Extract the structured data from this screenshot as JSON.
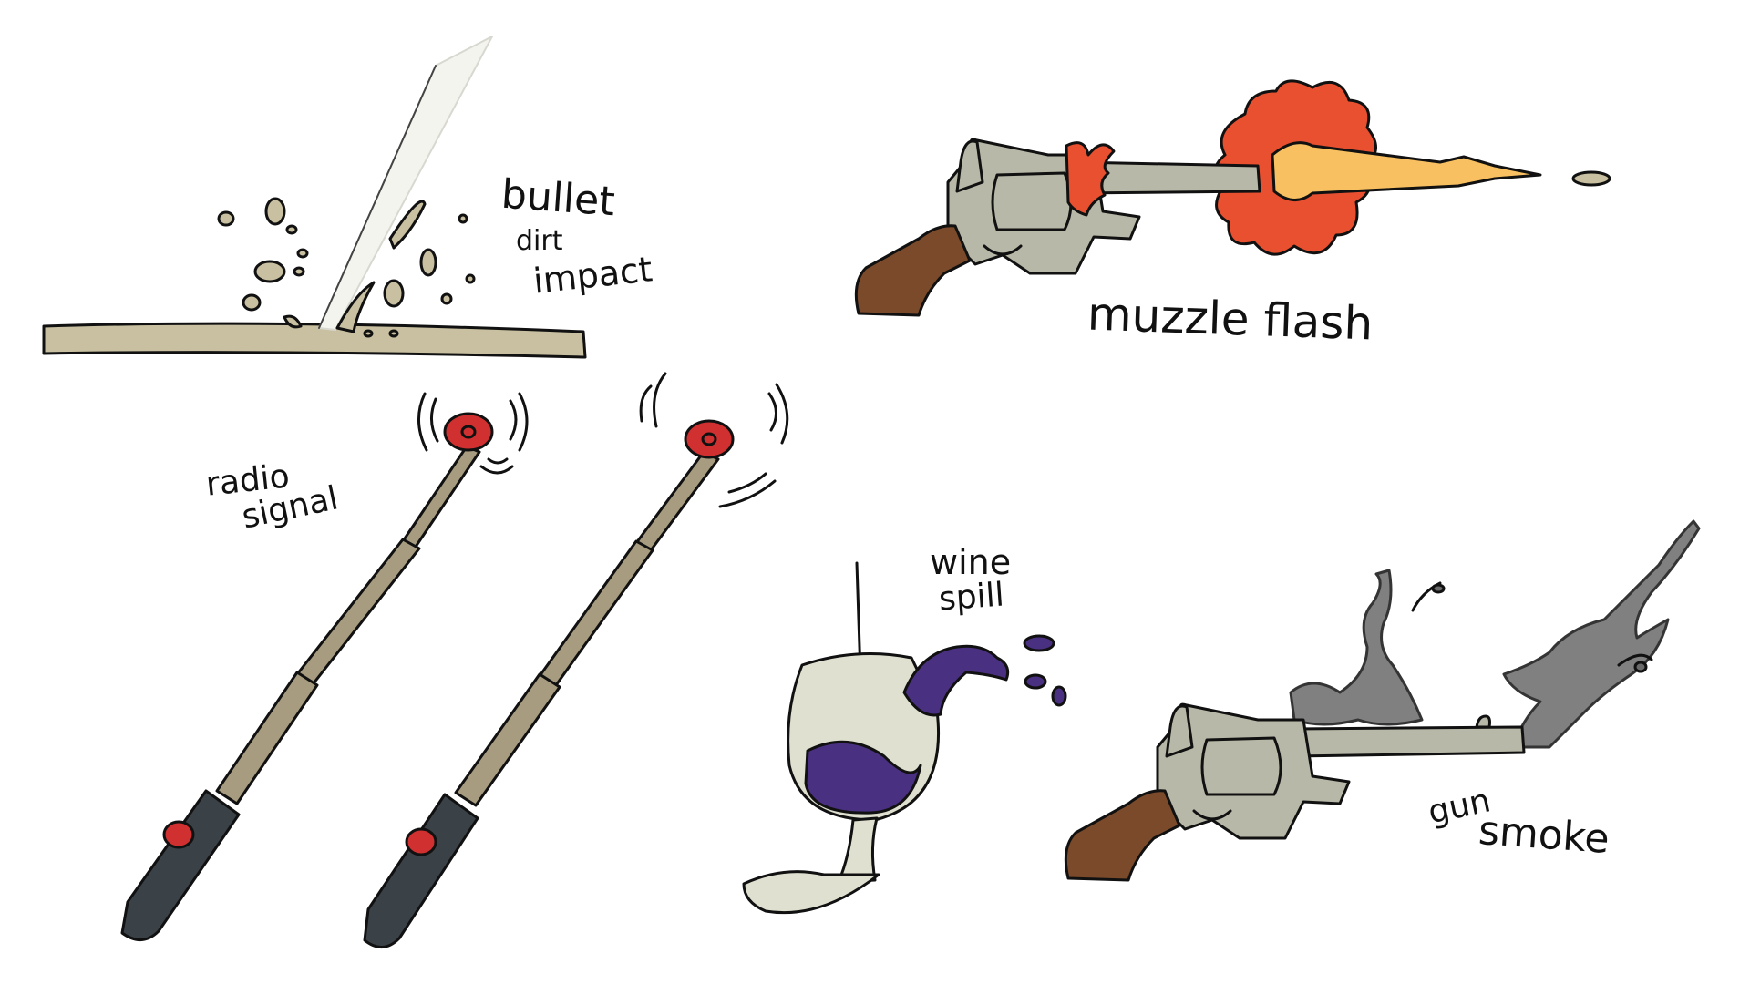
{
  "labels": {
    "bullet": "bullet",
    "dirt": "dirt",
    "impact": "impact",
    "muzzle_flash": "muzzle flash",
    "radio": "radio",
    "signal": "signal",
    "wine": "wine",
    "spill": "spill",
    "gun": "gun",
    "smoke": "smoke"
  },
  "colors": {
    "outline": "#111111",
    "dirt": "#c8c0a0",
    "gun_metal": "#b8b8a8",
    "grip": "#7a4a2a",
    "flash_red": "#e85030",
    "flash_orange": "#f8c060",
    "radio_body": "#a89c80",
    "radio_handle": "#3a4248",
    "radio_red": "#d03030",
    "wine": "#4a3080",
    "glass": "#e0e0d0",
    "smoke": "#6a6a6a"
  }
}
